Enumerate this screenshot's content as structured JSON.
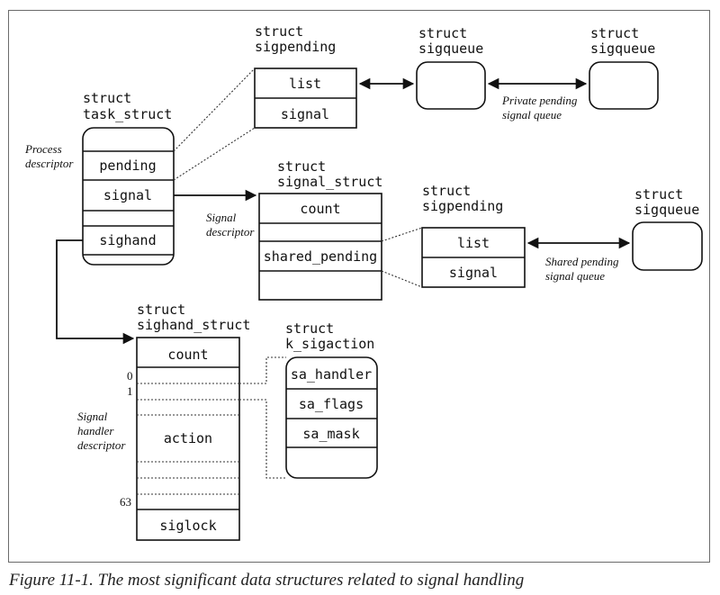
{
  "caption": "Figure 11-1. The most significant data structures related to signal handling",
  "task_struct": {
    "header": [
      "struct",
      "task_struct"
    ],
    "side_label": [
      "Process",
      "descriptor"
    ],
    "fields": [
      "pending",
      "signal",
      "sighand"
    ]
  },
  "sigpending_private": {
    "header": [
      "struct",
      "sigpending"
    ],
    "fields": [
      "list",
      "signal"
    ]
  },
  "sigqueue_private_1": {
    "header": [
      "struct",
      "sigqueue"
    ]
  },
  "sigqueue_private_2": {
    "header": [
      "struct",
      "sigqueue"
    ]
  },
  "private_queue_label": [
    "Private pending",
    "signal queue"
  ],
  "signal_struct": {
    "header": [
      "struct",
      "signal_struct"
    ],
    "side_label": [
      "Signal",
      "descriptor"
    ],
    "fields": [
      "count",
      "shared_pending"
    ]
  },
  "sigpending_shared": {
    "header": [
      "struct",
      "sigpending"
    ],
    "fields": [
      "list",
      "signal"
    ]
  },
  "sigqueue_shared": {
    "header": [
      "struct",
      "sigqueue"
    ]
  },
  "shared_queue_label": [
    "Shared pending",
    "signal queue"
  ],
  "sighand_struct": {
    "header": [
      "struct",
      "sighand_struct"
    ],
    "side_label": [
      "Signal",
      "handler",
      "descriptor"
    ],
    "fields": [
      "count",
      "action",
      "siglock"
    ],
    "indices": [
      "0",
      "1",
      "63"
    ]
  },
  "k_sigaction": {
    "header": [
      "struct",
      "k_sigaction"
    ],
    "fields": [
      "sa_handler",
      "sa_flags",
      "sa_mask"
    ]
  },
  "colors": {
    "ink": "#111111",
    "frame": "#6b6b6b",
    "background": "#ffffff"
  }
}
